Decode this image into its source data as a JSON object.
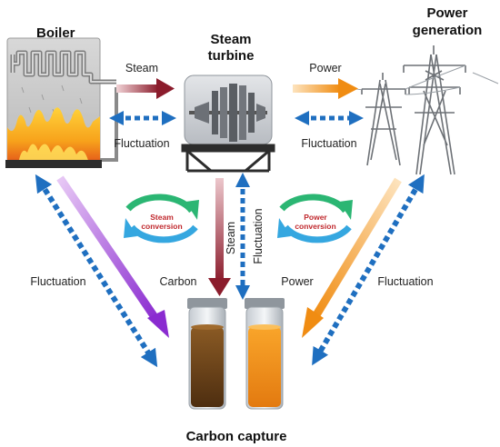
{
  "titles": {
    "boiler": "Boiler",
    "turbine_line1": "Steam",
    "turbine_line2": "turbine",
    "power_line1": "Power",
    "power_line2": "generation",
    "capture": "Carbon capture"
  },
  "labels": {
    "steam_top": "Steam",
    "power_top": "Power",
    "fluct_left": "Fluctuation",
    "fluct_right": "Fluctuation",
    "steam_vertical": "Steam",
    "fluct_vertical": "Fluctuation",
    "fluct_diag_left": "Fluctuation",
    "fluct_diag_right": "Fluctuation",
    "carbon": "Carbon",
    "power_bottom": "Power"
  },
  "cycles": {
    "steam_line1": "Steam",
    "steam_line2": "conversion",
    "power_line1": "Power",
    "power_line2": "conversion"
  },
  "colors": {
    "steam_arrow": "#8b1c2c",
    "power_arrow": "#f39a1e",
    "fluctuation_arrow": "#1f6fc0",
    "carbon_arrow": "#9b4fd6",
    "flame": "#f7a21b",
    "carbon_fluid": "#7a4b1d",
    "power_fluid": "#f0891a",
    "cycle_green": "#2bb673",
    "cycle_blue": "#35a7e0"
  }
}
